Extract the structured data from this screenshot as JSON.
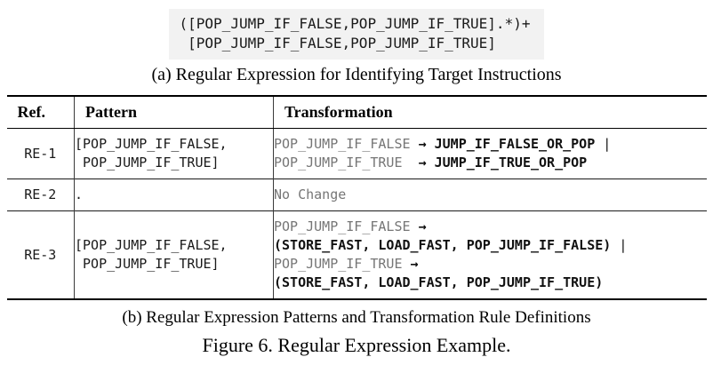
{
  "code_block": {
    "lines": [
      "([POP_JUMP_IF_FALSE,POP_JUMP_IF_TRUE].*)+",
      " [POP_JUMP_IF_FALSE,POP_JUMP_IF_TRUE]"
    ]
  },
  "caption_a": "(a) Regular Expression for Identifying Target Instructions",
  "table": {
    "headers": [
      "Ref.",
      "Pattern",
      "Transformation"
    ],
    "rows": [
      {
        "ref": "RE-1",
        "pattern_lines": [
          "[POP_JUMP_IF_FALSE,",
          " POP_JUMP_IF_TRUE]"
        ],
        "transformation_lines": [
          [
            {
              "style": "g",
              "text": "POP_JUMP_IF_FALSE "
            },
            {
              "style": "a",
              "text": "→"
            },
            {
              "style": "b",
              "text": " JUMP_IF_FALSE_OR_POP"
            },
            {
              "style": "p",
              "text": " |"
            }
          ],
          [
            {
              "style": "g",
              "text": "POP_JUMP_IF_TRUE  "
            },
            {
              "style": "a",
              "text": "→"
            },
            {
              "style": "b",
              "text": " JUMP_IF_TRUE_OR_POP"
            }
          ]
        ]
      },
      {
        "ref": "RE-2",
        "pattern_lines": [
          "."
        ],
        "transformation_lines": [
          [
            {
              "style": "g",
              "text": "No Change"
            }
          ]
        ]
      },
      {
        "ref": "RE-3",
        "pattern_lines": [
          "[POP_JUMP_IF_FALSE,",
          " POP_JUMP_IF_TRUE]"
        ],
        "transformation_lines": [
          [
            {
              "style": "g",
              "text": "POP_JUMP_IF_FALSE "
            },
            {
              "style": "a",
              "text": "→"
            }
          ],
          [
            {
              "style": "b",
              "text": "(STORE_FAST, LOAD_FAST, POP_JUMP_IF_FALSE)"
            },
            {
              "style": "p",
              "text": " |"
            }
          ],
          [
            {
              "style": "g",
              "text": "POP_JUMP_IF_TRUE "
            },
            {
              "style": "a",
              "text": "→"
            }
          ],
          [
            {
              "style": "b",
              "text": "(STORE_FAST, LOAD_FAST, POP_JUMP_IF_TRUE)"
            }
          ]
        ]
      }
    ]
  },
  "caption_b": "(b) Regular Expression Patterns and Transformation Rule Definitions",
  "figure_caption": "Figure 6. Regular Expression Example.",
  "colors": {
    "code_block_bg": "#f2f2f2",
    "source_instruction_gray": "#767676",
    "target_instruction_black": "#111111",
    "border_black": "#000000"
  }
}
